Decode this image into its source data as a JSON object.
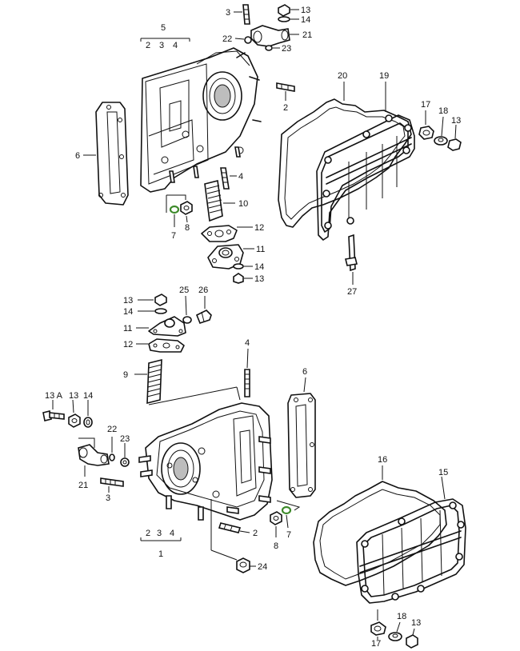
{
  "colors": {
    "ink": "#111111",
    "seal_highlight": "#3d8a2a"
  },
  "top_assembly": {
    "group_label": "5",
    "sub_labels": [
      "2",
      "3",
      "4"
    ],
    "callouts": {
      "c3": "3",
      "c13a": "13",
      "c14a": "14",
      "c22": "22",
      "c21": "21",
      "c23": "23",
      "c20": "20",
      "c19": "19",
      "c2": "2",
      "c17": "17",
      "c18": "18",
      "c13b": "13",
      "c6": "6",
      "c4": "4",
      "c10": "10",
      "c7": "7",
      "c8": "8",
      "c12": "12",
      "c11": "11",
      "c14b": "14",
      "c13c": "13",
      "c27": "27"
    }
  },
  "bottom_assembly": {
    "group_label": "1",
    "sub_labels": [
      "2",
      "3",
      "4"
    ],
    "callouts": {
      "c13a": "13",
      "c14a": "14",
      "c25": "25",
      "c26": "26",
      "c11": "11",
      "c12": "12",
      "c9": "9",
      "c4": "4",
      "c6": "6",
      "c13A": "13 A",
      "c13b": "13",
      "c14b": "14",
      "c22": "22",
      "c23": "23",
      "c21": "21",
      "c3": "3",
      "c16": "16",
      "c15": "15",
      "c7": "7",
      "c8": "8",
      "c2": "2",
      "c24": "24",
      "c17": "17",
      "c18": "18",
      "c13c": "13"
    }
  }
}
